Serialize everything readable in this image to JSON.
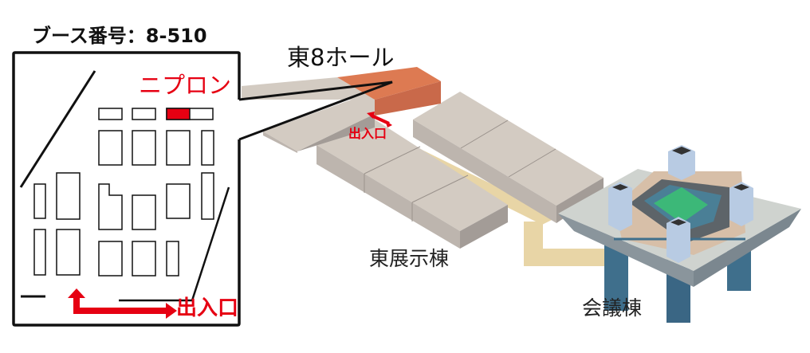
{
  "booth_panel": {
    "title": "ブース番号：8-510",
    "company": "ニプロン",
    "entrance": "出入口"
  },
  "overview": {
    "hall_label": "東8ホール",
    "entrance": "出入口",
    "east_building": "東展示棟",
    "conference_building": "会議棟"
  },
  "colors": {
    "highlight": "#e60012",
    "hall": "#dd7a52",
    "building": "#d3cbc2",
    "walkway": "#e8d5a6",
    "conference_green": "#3cb878"
  }
}
